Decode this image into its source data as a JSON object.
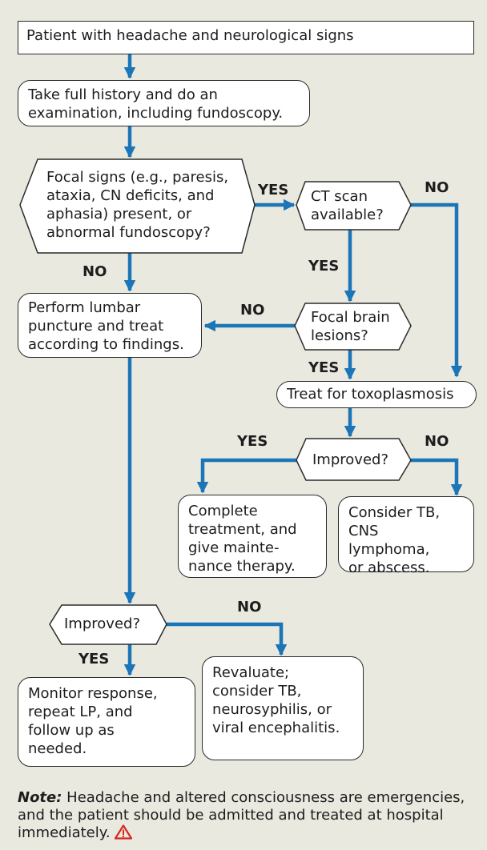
{
  "nodes": {
    "start": "Patient with headache and neurological signs",
    "history": "Take full history and do an\nexamination, including fundoscopy.",
    "focal_signs": "Focal signs (e.g., paresis,\nataxia, CN deficits, and\naphasia) present, or\nabnormal fundoscopy?",
    "ct_scan": "CT scan\navailable?",
    "lumbar": "Perform lumbar\npuncture and treat\naccording to findings.",
    "focal_lesions": "Focal brain\nlesions?",
    "toxo": "Treat for toxoplasmosis",
    "improved_toxo": "Improved?",
    "complete": "Complete\ntreatment, and\ngive mainte-\nnance therapy.",
    "consider_tb": "Consider TB,\nCNS lymphoma,\nor abscess.",
    "improved_lp": "Improved?",
    "monitor": "Monitor response,\nrepeat LP, and\nfollow up as\nneeded.",
    "revaluate": "Revaluate;\nconsider TB,\nneurosyphilis, or\nviral encephalitis."
  },
  "labels": {
    "focal_yes": "YES",
    "focal_no": "NO",
    "ct_no": "NO",
    "ct_yes": "YES",
    "lesions_no": "NO",
    "lesions_yes": "YES",
    "toxo_yes": "YES",
    "toxo_no": "NO",
    "lp_no": "NO",
    "lp_yes": "YES"
  },
  "note": {
    "label": "Note:",
    "text": " Headache and altered consciousness are emergencies, and the patient should be admitted and treated at hospital immediately.",
    "icon": "warning-triangle-icon"
  },
  "colors": {
    "background": "#e9e9e0",
    "arrow": "#1b75b6",
    "warning": "#d4261f"
  }
}
